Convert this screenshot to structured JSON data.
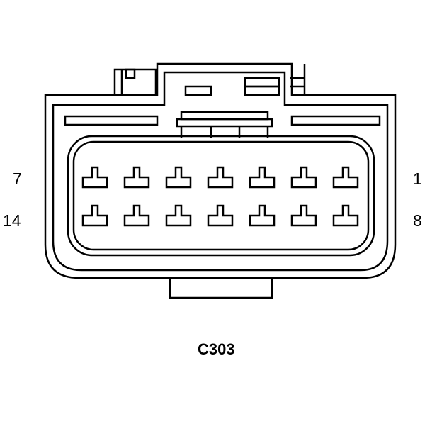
{
  "connector": {
    "id": "C303",
    "pin_labels": {
      "top_left": "7",
      "bottom_left": "14",
      "top_right": "1",
      "bottom_right": "8"
    },
    "rows": 2,
    "pins_per_row": 7,
    "line_color": "#000000",
    "background_color": "#ffffff"
  }
}
